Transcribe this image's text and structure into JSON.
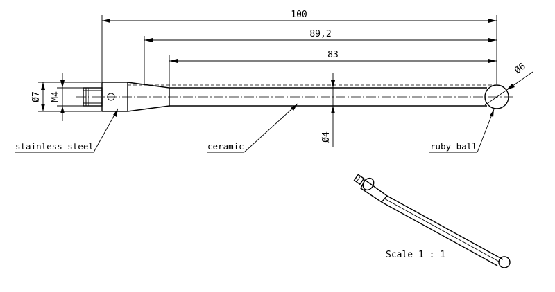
{
  "dimensions": {
    "overall_length": "100",
    "extension_length": "89,2",
    "ceramic_length": "83",
    "ball_diameter": "Ø6",
    "body_diameter": "Ø7",
    "thread": "M4",
    "stem_diameter": "Ø4"
  },
  "labels": {
    "stainless_steel": "stainless steel",
    "ceramic": "ceramic",
    "ruby_ball": "ruby ball"
  },
  "scale": "Scale 1 : 1"
}
